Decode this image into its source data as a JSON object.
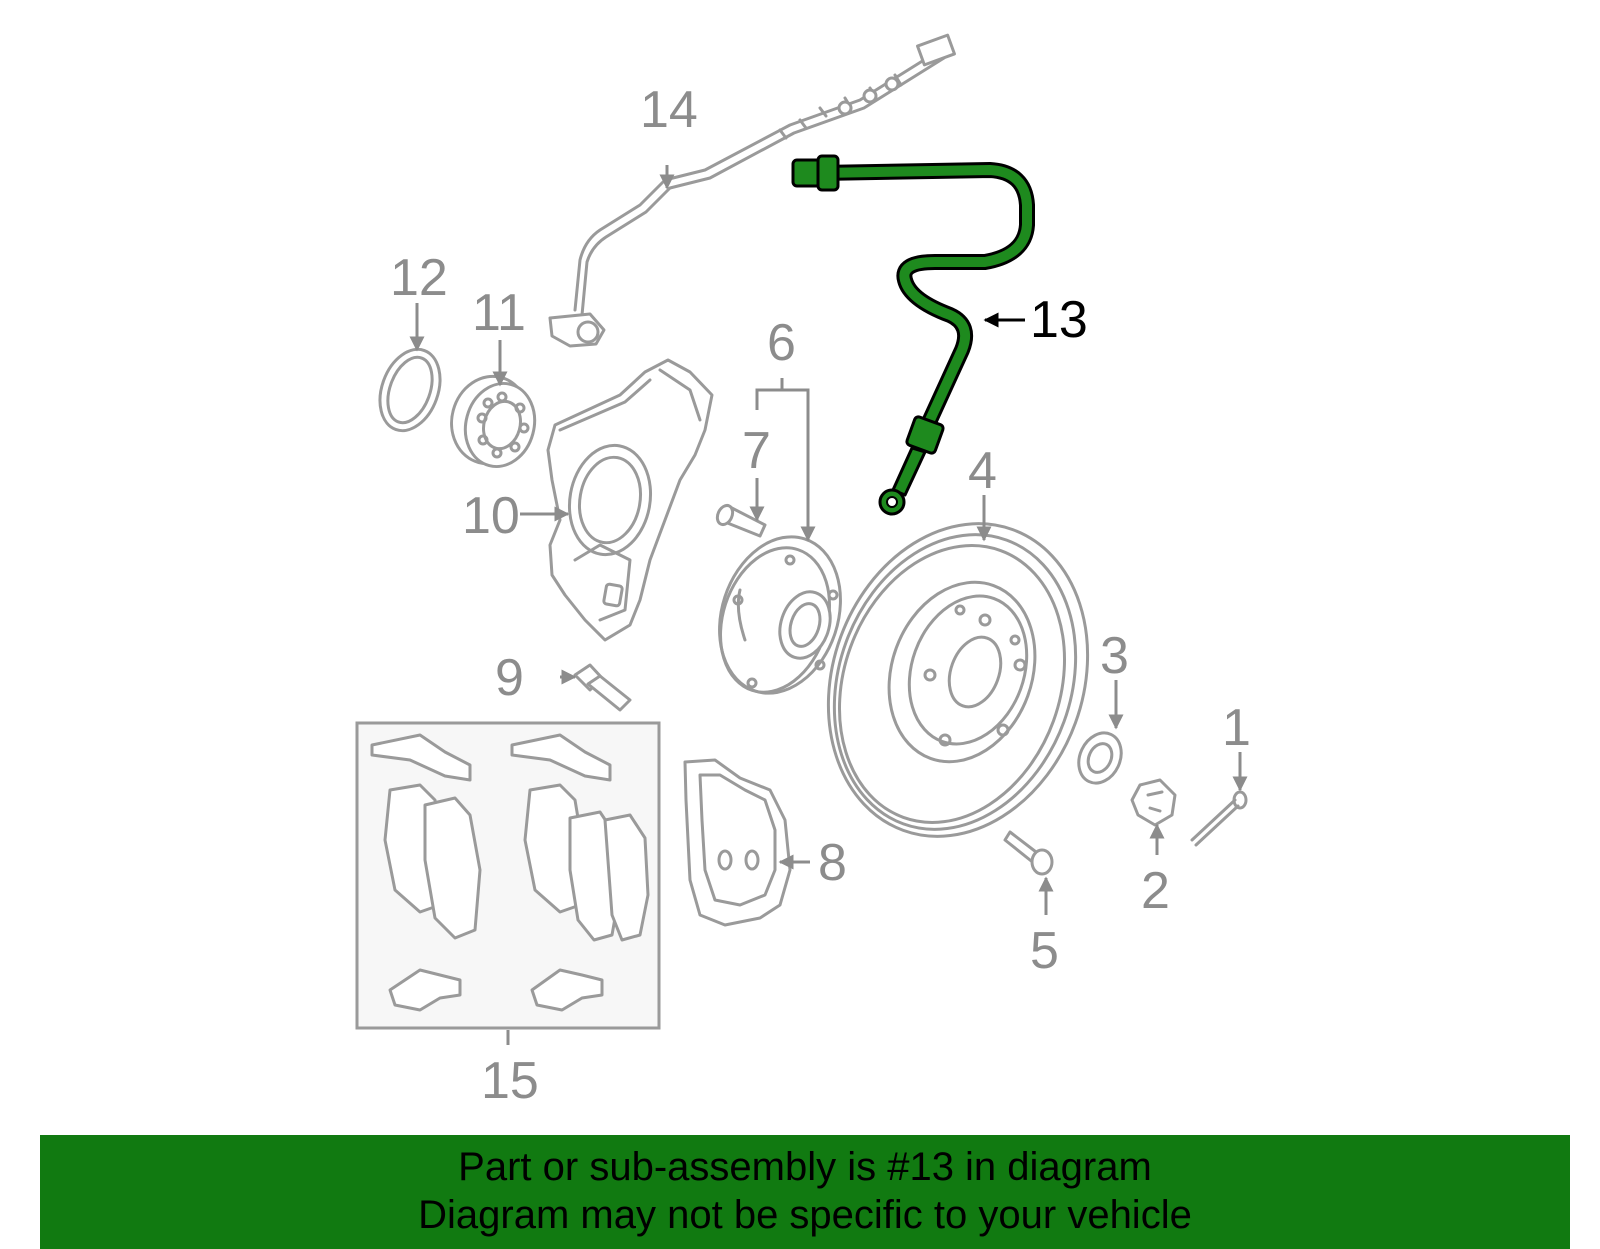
{
  "diagram": {
    "highlighted_part": "13",
    "highlight_color": "#1e8a1e",
    "part_color": "#9a9a9a",
    "callouts": {
      "c1": "1",
      "c2": "2",
      "c3": "3",
      "c4": "4",
      "c5": "5",
      "c6": "6",
      "c7": "7",
      "c8": "8",
      "c9": "9",
      "c10": "10",
      "c11": "11",
      "c12": "12",
      "c13": "13",
      "c14": "14",
      "c15": "15"
    }
  },
  "banner": {
    "background": "#117a11",
    "line1": "Part or sub-assembly is #13 in diagram",
    "line2": "Diagram may not be specific to your vehicle"
  }
}
